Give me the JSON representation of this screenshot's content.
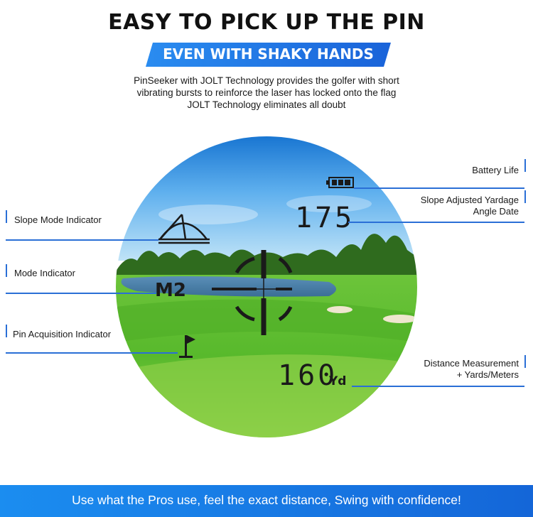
{
  "headline": "EASY TO PICK UP THE PIN",
  "sub_banner": "EVEN WITH SHAKY HANDS",
  "description": {
    "line1": "PinSeeker with JOLT Technology provides the golfer with short",
    "line2": "vibrating bursts to reinforce the laser has locked onto the flag",
    "line3": "JOLT Technology eliminates all doubt"
  },
  "display": {
    "slope_value": "175",
    "mode": "M2",
    "distance_value": "160",
    "distance_unit": "Yd"
  },
  "callouts": {
    "battery_life": "Battery Life",
    "slope_adjusted_line1": "Slope Adjusted Yardage",
    "slope_adjusted_line2": "Angle Date",
    "slope_mode": "Slope Mode Indicator",
    "mode_indicator": "Mode Indicator",
    "pin_acquisition": "Pin Acquisition Indicator",
    "distance_line1": "Distance Measurement",
    "distance_line2": "+ Yards/Meters"
  },
  "footer": "Use what the Pros use, feel the exact distance, Swing with confidence!",
  "colors": {
    "accent_blue": "#1a63d9",
    "callout_line": "#2a6fd6",
    "sky_top": "#1e88e5",
    "grass": "#4caf2e"
  },
  "icons": [
    "battery-icon",
    "slope-mode-icon",
    "pin-flag-icon",
    "crosshair-reticle"
  ]
}
